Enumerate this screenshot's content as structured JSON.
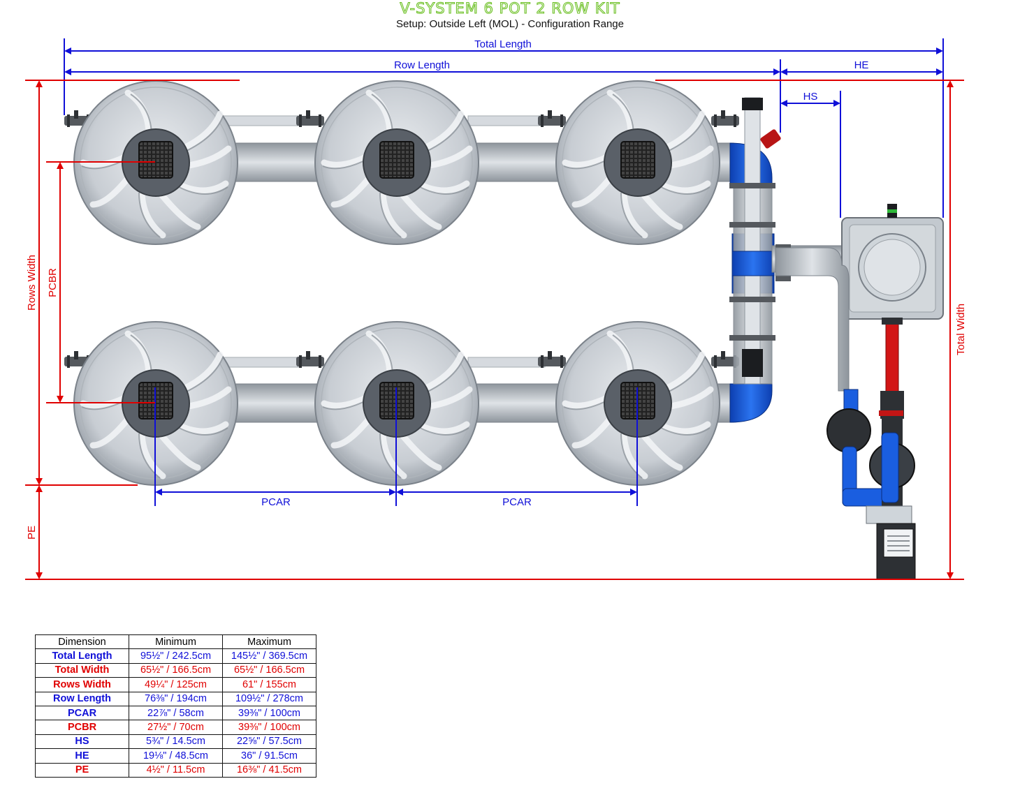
{
  "title": "V-SYSTEM 6 POT 2 ROW KIT",
  "subtitle": "Setup: Outside Left (MOL) - Configuration Range",
  "labels": {
    "total_length": "Total Length",
    "row_length": "Row Length",
    "he": "HE",
    "hs": "HS",
    "rows_width": "Rows Width",
    "pcbr": "PCBR",
    "pcar": "PCAR",
    "pe": "PE",
    "total_width": "Total Width"
  },
  "colors": {
    "blue_dim": "#1010d8",
    "red_dim": "#e00000",
    "title_green": "#6cc024",
    "manifold_blue": "#1a5ee0",
    "pot_grey": "#c9ced4"
  },
  "table": {
    "headers": [
      "Dimension",
      "Minimum",
      "Maximum"
    ],
    "rows": [
      {
        "name": "Total Length",
        "min": "95½\" / 242.5cm",
        "max": "145½\" / 369.5cm",
        "color": "blue"
      },
      {
        "name": "Total Width",
        "min": "65½\" / 166.5cm",
        "max": "65½\" / 166.5cm",
        "color": "red"
      },
      {
        "name": "Rows Width",
        "min": "49¼\" / 125cm",
        "max": "61\" / 155cm",
        "color": "red"
      },
      {
        "name": "Row Length",
        "min": "76⅜\" / 194cm",
        "max": "109½\" / 278cm",
        "color": "blue"
      },
      {
        "name": "PCAR",
        "min": "22⅞\" / 58cm",
        "max": "39⅜\" / 100cm",
        "color": "blue"
      },
      {
        "name": "PCBR",
        "min": "27½\" / 70cm",
        "max": "39⅜\" / 100cm",
        "color": "red"
      },
      {
        "name": "HS",
        "min": "5¾\" / 14.5cm",
        "max": "22⅝\" / 57.5cm",
        "color": "blue"
      },
      {
        "name": "HE",
        "min": "19⅛\" / 48.5cm",
        "max": "36\" / 91.5cm",
        "color": "blue"
      },
      {
        "name": "PE",
        "min": "4½\" / 11.5cm",
        "max": "16⅜\" / 41.5cm",
        "color": "red"
      }
    ]
  }
}
